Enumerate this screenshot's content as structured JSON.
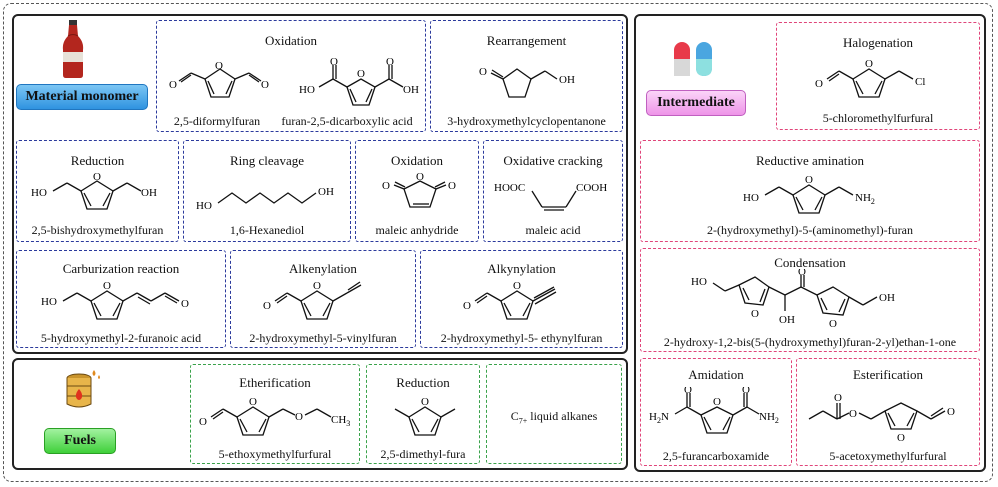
{
  "badges": {
    "material": "Material monomer",
    "intermediate": "Intermediate",
    "fuels": "Fuels"
  },
  "material": {
    "oxidation1": {
      "title": "Oxidation",
      "compounds": [
        "2,5-diformylfuran",
        "furan-2,5-dicarboxylic acid"
      ]
    },
    "rearrangement": {
      "title": "Rearrangement",
      "compound": "3-hydroxymethylcyclopentanone"
    },
    "reduction": {
      "title": "Reduction",
      "compound": "2,5-bishydroxymethylfuran"
    },
    "ring_cleavage": {
      "title": "Ring cleavage",
      "compound": "1,6-Hexanediol"
    },
    "oxidation2": {
      "title": "Oxidation",
      "compound": "maleic anhydride"
    },
    "oxidative_cracking": {
      "title": "Oxidative cracking",
      "compound": "maleic acid"
    },
    "carburization": {
      "title": "Carburization reaction",
      "compound": "5-hydroxymethyl-2-furanoic acid"
    },
    "alkenylation": {
      "title": "Alkenylation",
      "compound": "2-hydroxymethyl-5-vinylfuran"
    },
    "alkynylation": {
      "title": "Alkynylation",
      "compound": "2-hydroxymethyl-5- ethynylfuran"
    }
  },
  "fuels": {
    "etherification": {
      "title": "Etherification",
      "compound": "5-ethoxymethylfurfural"
    },
    "reduction": {
      "title": "Reduction",
      "compound": "2,5-dimethyl-fura"
    },
    "alkanes": {
      "prefix": "C",
      "subscript": "7+",
      "suffix": " liquid alkanes"
    }
  },
  "intermediate": {
    "halogenation": {
      "title": "Halogenation",
      "compound": "5-chloromethylfurfural"
    },
    "reductive_amination": {
      "title": "Reductive amination",
      "compound": "2-(hydroxymethyl)-5-(aminomethyl)-furan"
    },
    "condensation": {
      "title": "Condensation",
      "compound": "2-hydroxy-1,2-bis(5-(hydroxymethyl)furan-2-yl)ethan-1-one"
    },
    "amidation": {
      "title": "Amidation",
      "compound": "2,5-furancarboxamide"
    },
    "esterification": {
      "title": "Esterification",
      "compound": "5-acetoxymethylfurfural"
    }
  },
  "atom_labels": {
    "O": "O",
    "OH": "OH",
    "HO": "HO",
    "HOOC": "HOOC",
    "COOH": "COOH",
    "Cl": "Cl",
    "NH2": "NH",
    "NH2_sub": "2",
    "H2N": "H",
    "H2N_sub": "2",
    "H2N_end": "N",
    "CH3": "CH",
    "CH3_sub": "3"
  },
  "colors": {
    "blue": "#2b3a9c",
    "pink": "#e0457a",
    "green": "#3aa24a",
    "material_badge": "#3aa0e8",
    "intermediate_badge": "#f2a8ee",
    "fuels_badge": "#5ee05a"
  },
  "icons": {
    "material": "soda-bottle-icon",
    "intermediate": "capsule-pills-icon",
    "fuels": "fuel-barrel-icon"
  }
}
